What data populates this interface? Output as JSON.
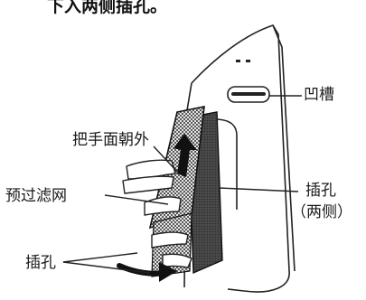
{
  "header": {
    "fragment": "下入两侧插孔。"
  },
  "callouts": {
    "groove": "凹槽",
    "handle_out": "把手面朝外",
    "pre_filter": "预过滤网",
    "slot_right": "插孔",
    "slot_right_note": "（两侧）",
    "slot_bottom": "插孔"
  },
  "colors": {
    "ink": "#1a1a1a",
    "filter_dark": "#3a3a3a",
    "paper": "#ffffff"
  }
}
